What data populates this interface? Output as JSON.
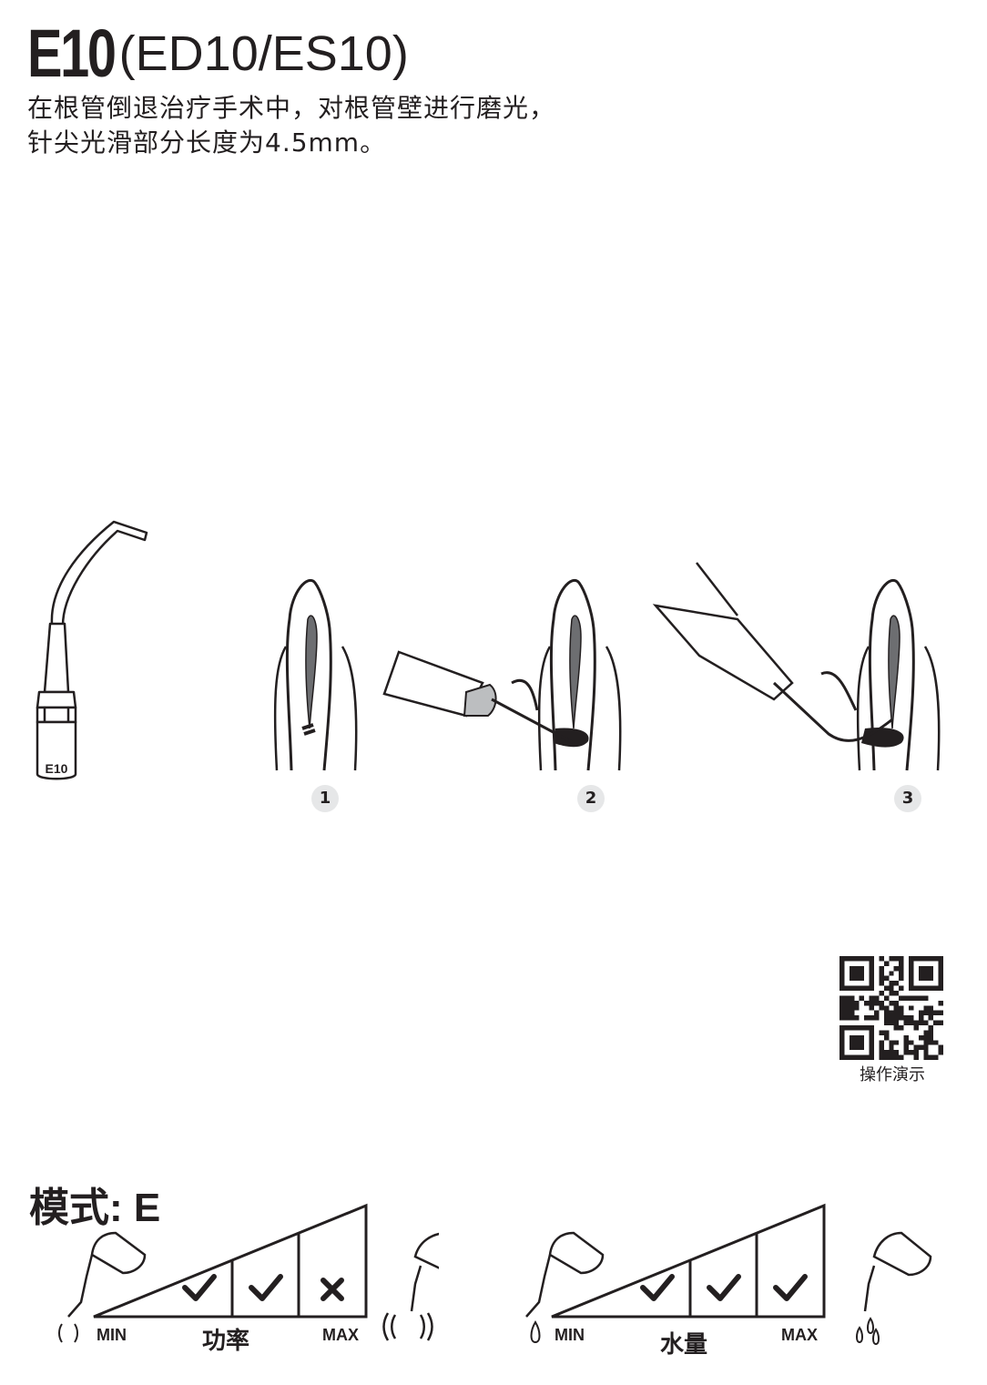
{
  "header": {
    "model_code": "E10",
    "model_variants": "(ED10/ES10)",
    "description_line1": "在根管倒退治疗手术中，对根管壁进行磨光，",
    "description_line2": "针尖光滑部分长度为4.5mm。"
  },
  "tip_illustration": {
    "engraved_label": "E10"
  },
  "steps": [
    {
      "number": "1"
    },
    {
      "number": "2"
    },
    {
      "number": "3"
    }
  ],
  "qr": {
    "caption": "操作演示"
  },
  "mode": {
    "label": "模式: E",
    "power": {
      "title": "功率",
      "min_label": "MIN",
      "max_label": "MAX",
      "levels": [
        "check",
        "check",
        "cross"
      ]
    },
    "water": {
      "title": "水量",
      "min_label": "MIN",
      "max_label": "MAX",
      "levels": [
        "check",
        "check",
        "check"
      ]
    }
  },
  "colors": {
    "ink": "#231f20",
    "pulp": "#6d6e71",
    "badge": "#e6e7e8"
  }
}
